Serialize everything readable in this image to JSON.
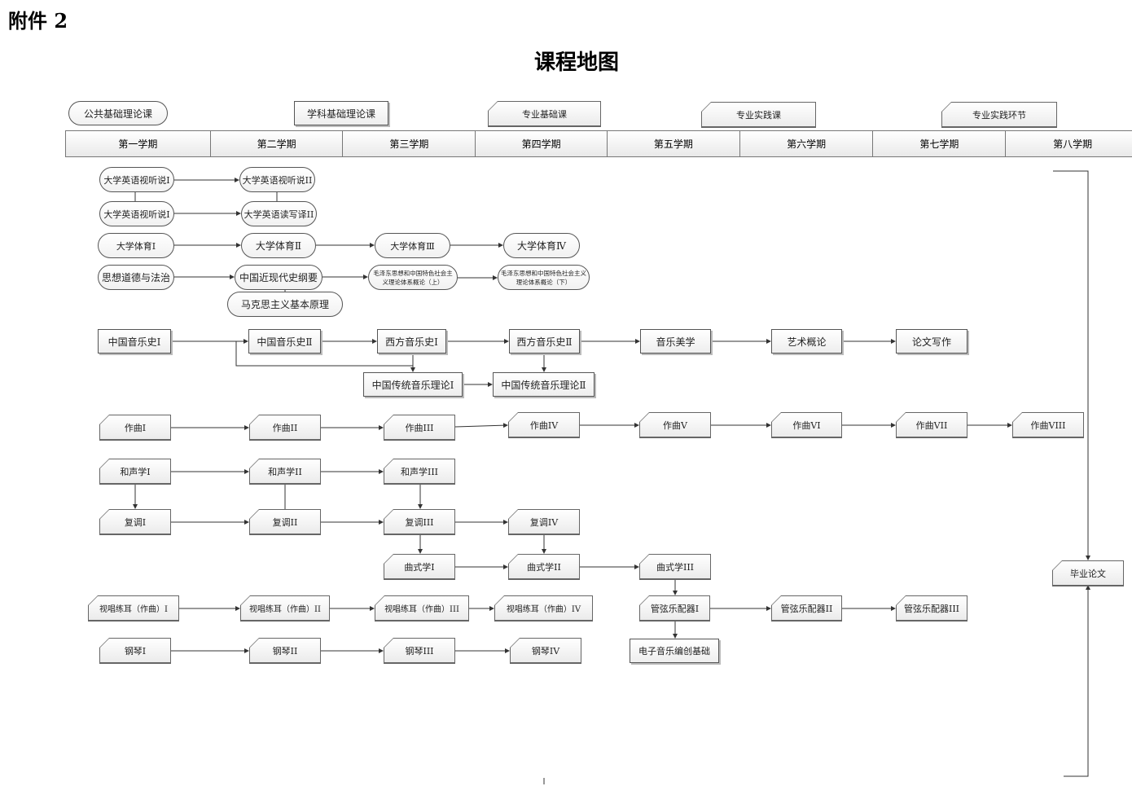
{
  "header": {
    "attachment": "附件 2",
    "title": "课程地图"
  },
  "legend": {
    "public": "公共基础理论课",
    "subject": "学科基础理论课",
    "major_basic": "专业基础课",
    "major_practice": "专业实践课",
    "practice_link": "专业实践环节"
  },
  "semesters": [
    "第一学期",
    "第二学期",
    "第三学期",
    "第四学期",
    "第五学期",
    "第六学期",
    "第七学期",
    "第八学期"
  ],
  "courses": {
    "eng1": "大学英语视听说I",
    "eng2": "大学英语视听说II",
    "eng3": "大学英语视听说I",
    "eng4": "大学英语读写译II",
    "pe1": "大学体育I",
    "pe2": "大学体育Ⅱ",
    "pe3": "大学体育Ⅲ",
    "pe4": "大学体育Ⅳ",
    "pol1": "思想道德与法治",
    "pol2": "中国近现代史纲要",
    "pol3": "毛泽东思想和中国特色社会主义理论体系概论（上）",
    "pol4": "毛泽东思想和中国特色社会主义理论体系概论（下）",
    "pol5": "马克思主义基本原理",
    "hist1": "中国音乐史Ⅰ",
    "hist2": "中国音乐史Ⅱ",
    "west1": "西方音乐史Ⅰ",
    "west2": "西方音乐史Ⅱ",
    "aest": "音乐美学",
    "art": "艺术概论",
    "paper": "论文写作",
    "trad1": "中国传统音乐理论Ⅰ",
    "trad2": "中国传统音乐理论Ⅱ",
    "comp": [
      "作曲I",
      "作曲II",
      "作曲III",
      "作曲IV",
      "作曲V",
      "作曲VI",
      "作曲VII",
      "作曲VIII"
    ],
    "harm": [
      "和声学I",
      "和声学II",
      "和声学III"
    ],
    "poly": [
      "复调I",
      "复调II",
      "复调III",
      "复调IV"
    ],
    "form": [
      "曲式学I",
      "曲式学II",
      "曲式学III"
    ],
    "solf": [
      "视唱练耳（作曲）I",
      "视唱练耳（作曲）II",
      "视唱练耳（作曲）III",
      "视唱练耳（作曲）IV"
    ],
    "orch": [
      "管弦乐配器I",
      "管弦乐配器II",
      "管弦乐配器III"
    ],
    "elec": "电子音乐编创基础",
    "piano": [
      "钢琴I",
      "钢琴II",
      "钢琴III",
      "钢琴IV"
    ],
    "thesis": "毕业论文"
  }
}
